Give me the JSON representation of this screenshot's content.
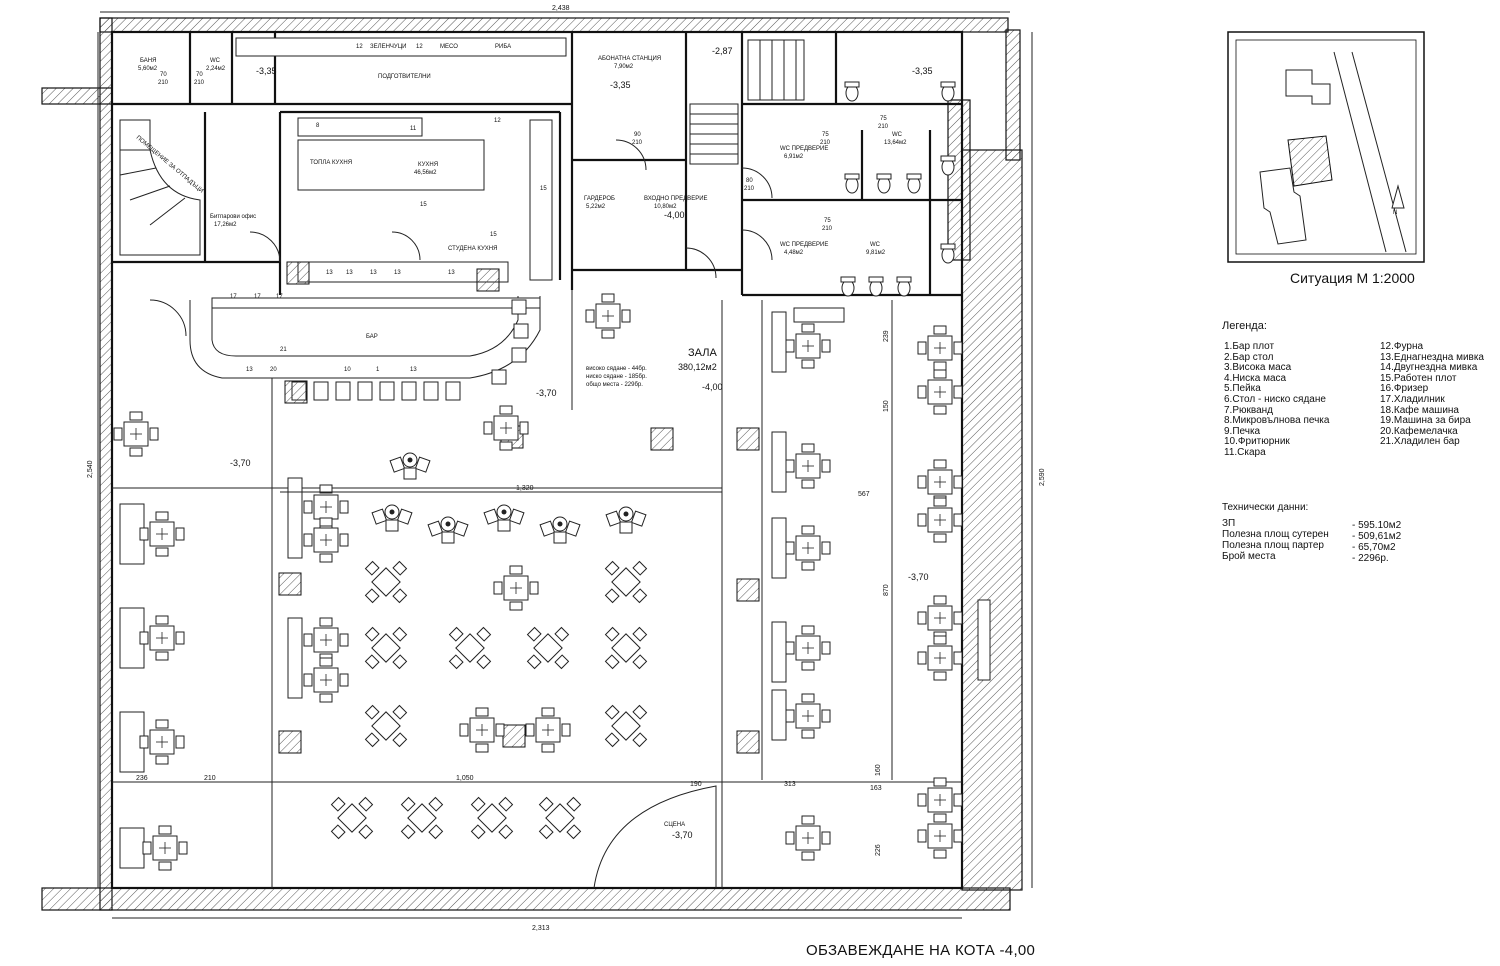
{
  "sheet": {
    "main_title": "ОБЗАВЕЖДАНЕ НА КОТА -4,00",
    "situation_title": "Ситуация М 1:2000"
  },
  "legend": {
    "title": "Легенда:",
    "items_left": [
      "1.Бар плот",
      "2.Бар стол",
      "3.Висока маса",
      "4.Ниска маса",
      "5.Пейка",
      "6.Стол - ниско сядане",
      "7.Рюкванд",
      "8.Микровълнова печка",
      "9.Печка",
      "10.Фритюрник",
      "11.Скара"
    ],
    "items_right": [
      "12.Фурна",
      "13.Еднагнездна мивка",
      "14.Двугнездна мивка",
      "15.Работен плот",
      "16.Фризер",
      "17.Хладилник",
      "18.Кафе машина",
      "19.Машина за бира",
      "20.Кафемелачка",
      "21.Хладилен бар"
    ]
  },
  "technical": {
    "title": "Технически данни:",
    "labels": [
      "ЗП",
      "Полезна площ сутерен",
      "Полезна площ партер",
      "Брой места"
    ],
    "values": [
      "- 595.10м2",
      "- 509,61м2",
      "- 65,70м2",
      "- 2296р."
    ]
  },
  "rooms": {
    "bath": "БАНЯ",
    "bath_area": "5,60м2",
    "wc": "WC",
    "wc_area": "2,24м2",
    "prep": "ПОДГОТВИТЕЛНИ",
    "veg": "ЗЕЛЕНЧУЦИ",
    "meat": "МЕСО",
    "fish": "РИБА",
    "cleaning": "АБОНАТНА СТАНЦИЯ",
    "cleaning_area": "7,90м2",
    "waste": "ПОМЕЩЕНИЕ ЗА ОТПАДЪЦИ",
    "hot_kitchen": "ТОПЛА КУХНЯ",
    "kitchen": "КУХНЯ",
    "kitchen_area": "46,56м2",
    "cold_kitchen": "СТУДЕНА КУХНЯ",
    "office": "Битпарови офис",
    "office_area": "17,26м2",
    "wardrobe": "ГАРДЕРОБ",
    "wardrobe_area": "5,22м2",
    "entrance": "ВХОДНО ПРЕДВЕРИЕ",
    "entrance_area": "10,80м2",
    "wc_hall1": "WC ПРЕДВЕРИЕ",
    "wc_hall1_area": "6,91м2",
    "wc2": "WC",
    "wc2_area": "13,64м2",
    "wc_hall2": "WC ПРЕДВЕРИЕ",
    "wc_hall2_area": "4,48м2",
    "wc3": "WC",
    "wc3_area": "9,81м2",
    "bar": "БАР",
    "hall": "ЗАЛА",
    "hall_area": "380,12м2",
    "stage": "СЦЕНА"
  },
  "levels": {
    "l335a": "-3,35",
    "l335b": "-3,35",
    "l335c": "-3,35",
    "l287": "-2,87",
    "l400a": "-4,00",
    "l400b": "-4,00",
    "l370a": "-3,70",
    "l370b": "-3,70",
    "l370c": "-3,70",
    "l370d": "-3,70"
  },
  "seats_note": [
    "високо сядане - 44бр.",
    "ниско сядане - 185бр.",
    "общо места - 229бр."
  ],
  "dims": {
    "top": "2,438",
    "bottom": "2,313",
    "left": "2,540",
    "right": "2,590",
    "d236": "236",
    "d210": "210",
    "d1050": "1,050",
    "d190": "190",
    "d313": "313",
    "d163": "163",
    "d1320": "1,320",
    "d567": "567",
    "d239": "239",
    "d150": "150",
    "d870": "870",
    "d160": "160",
    "d226": "226"
  },
  "door_tags": [
    "70",
    "210",
    "70",
    "210",
    "90",
    "210",
    "80",
    "210",
    "75",
    "210",
    "75",
    "210",
    "75",
    "210"
  ],
  "kitchen_tags": [
    "13",
    "13",
    "13",
    "13",
    "13",
    "12",
    "12",
    "12",
    "8",
    "11",
    "15",
    "15",
    "15",
    "17",
    "17",
    "17",
    "21",
    "13",
    "20",
    "10",
    "1",
    "13"
  ]
}
